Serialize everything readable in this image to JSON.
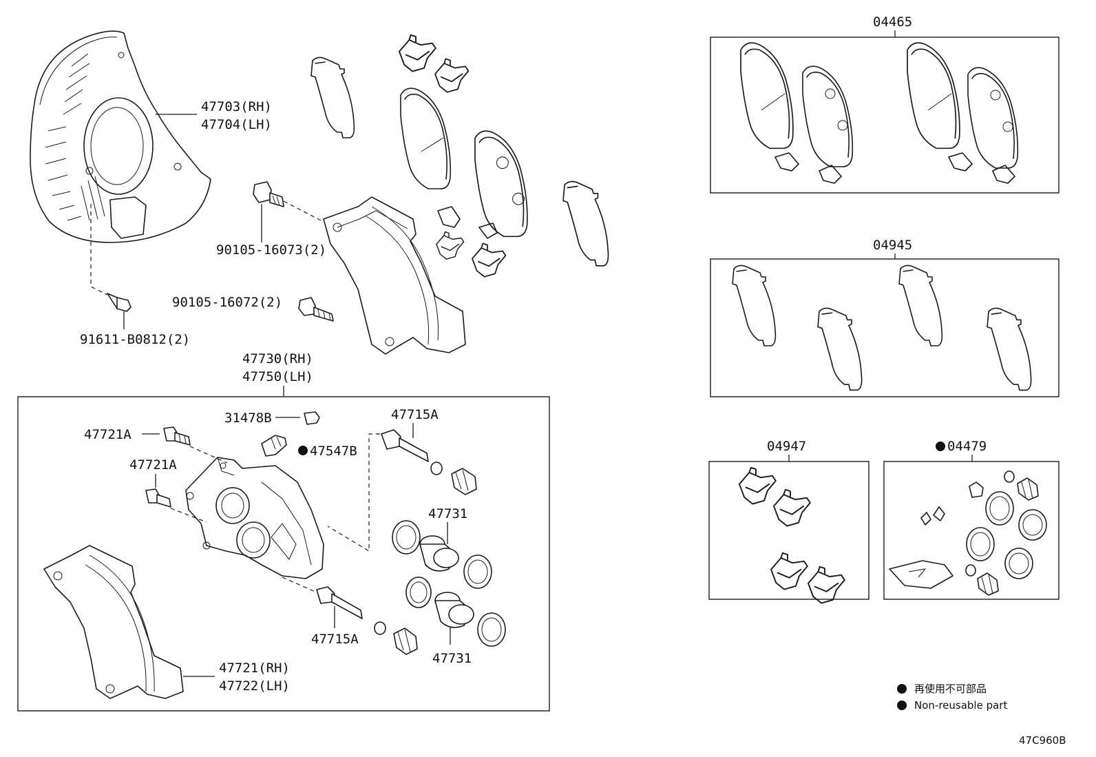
{
  "labels": {
    "shield_rh": "47703(RH)",
    "shield_lh": "47704(LH)",
    "bolt_91611": "91611-B0812(2)",
    "bolt_16073": "90105-16073(2)",
    "bolt_16072": "90105-16072(2)",
    "caliper_rh": "47730(RH)",
    "caliper_lh": "47750(LH)",
    "p31478b": "31478B",
    "p47721a_1": "47721A",
    "p47721a_2": "47721A",
    "p47547b": "47547B",
    "p47715a_1": "47715A",
    "p47715a_2": "47715A",
    "p47731_1": "47731",
    "p47731_2": "47731",
    "mount_rh": "47721(RH)",
    "mount_lh": "47722(LH)",
    "kit_04465": "04465",
    "kit_04945": "04945",
    "kit_04947": "04947",
    "kit_04479": "04479"
  },
  "legend": {
    "japanese": "再使用不可部品",
    "english": "Non-reusable part"
  },
  "figure_code": "47C960B"
}
